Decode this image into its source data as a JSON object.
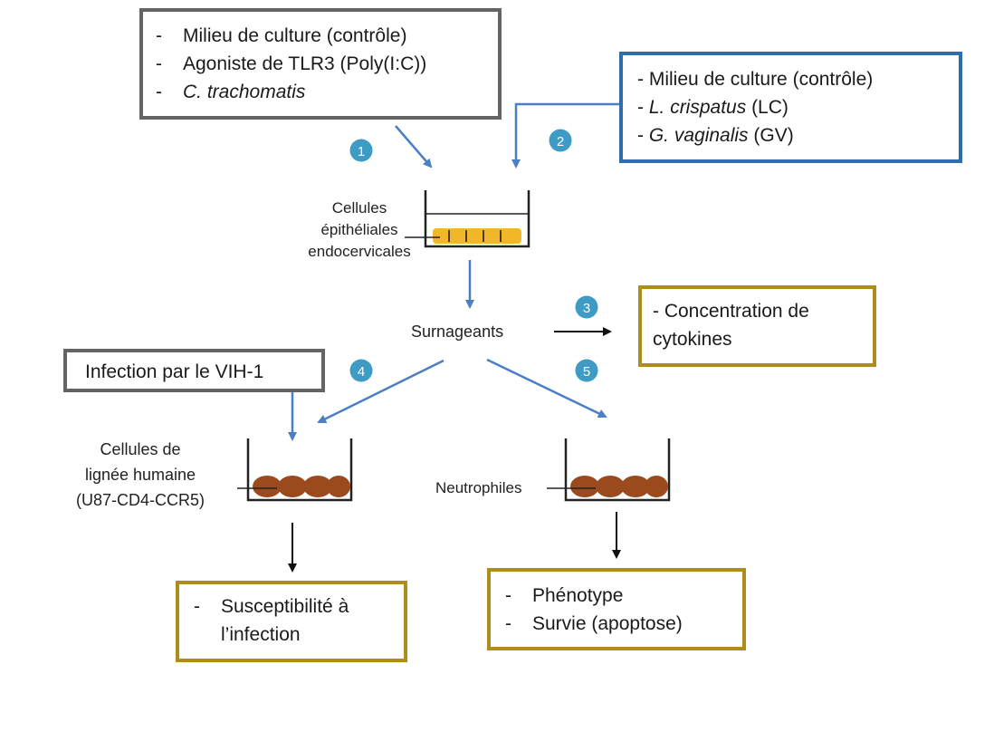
{
  "box_treatments": {
    "items": [
      {
        "dash": "-",
        "pre": "Milieu de culture (contrôle)",
        "italic": "",
        "post": ""
      },
      {
        "dash": "-",
        "pre": "Agoniste de TLR3 (Poly(I:C))",
        "italic": "",
        "post": ""
      },
      {
        "dash": "-",
        "pre": "",
        "italic": "C. trachomatis",
        "post": ""
      }
    ]
  },
  "box_bacteria": {
    "items": [
      {
        "dash": "-",
        "pre": " Milieu de culture (contrôle)",
        "italic": "",
        "post": ""
      },
      {
        "dash": "-",
        "pre": " ",
        "italic": "L. crispatus",
        "post": " (LC)"
      },
      {
        "dash": "-",
        "pre": " ",
        "italic": "G. vaginalis",
        "post": " (GV)"
      }
    ]
  },
  "steps": [
    "1",
    "2",
    "3",
    "4",
    "5"
  ],
  "labels": {
    "epithelial": [
      "Cellules",
      "épithéliales",
      "endocervicales"
    ],
    "supernatants": "Surnageants",
    "human_line": [
      "Cellules de",
      "lignée humaine",
      "(U87-CD4-CCR5)"
    ],
    "neutrophils": "Neutrophiles"
  },
  "box_cytokines": {
    "lines": [
      "- Concentration de",
      "cytokines"
    ]
  },
  "box_hiv": {
    "text": "Infection par le VIH-1"
  },
  "box_susceptibility": {
    "dash": "-",
    "lines": [
      "Susceptibilité à",
      "l’infection"
    ]
  },
  "box_neutrophil_outcome": {
    "items": [
      {
        "dash": "-",
        "text": "Phénotype"
      },
      {
        "dash": "-",
        "text": "Survie (apoptose)"
      }
    ]
  },
  "colors": {
    "gray_box": "#646464",
    "blue_box": "#2f6ead",
    "gold_box": "#b08d1b",
    "arrow_blue": "#4a7fc6",
    "step_circle": "#3d9bc4",
    "cells_yellow": "#f1b62a",
    "cells_brown": "#9a4a1c"
  }
}
